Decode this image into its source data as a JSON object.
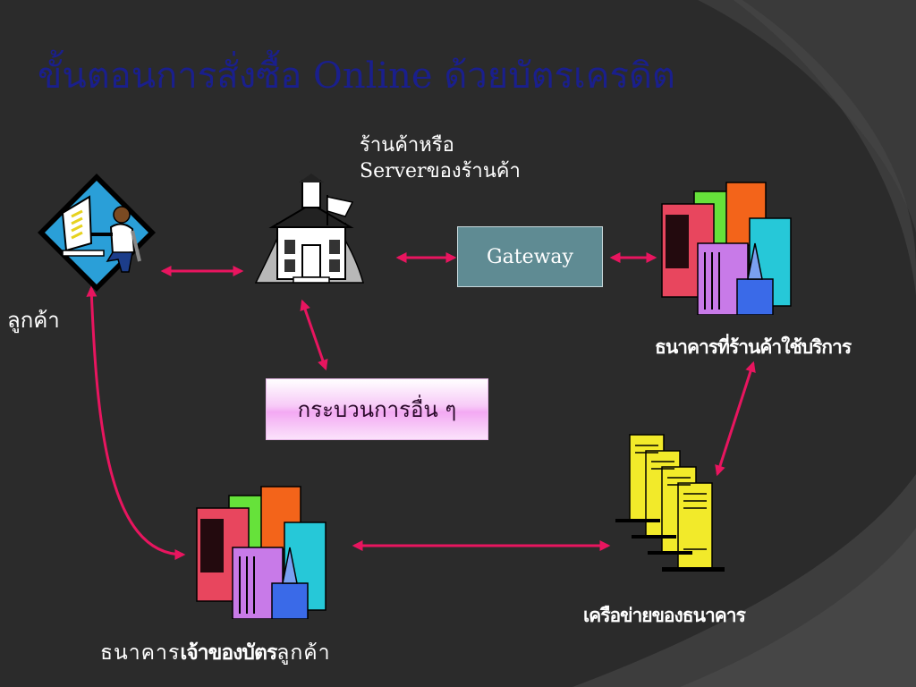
{
  "title": "ขั้นตอนการสั่งซื้อ Online ด้วยบัตรเครดิต",
  "nodes": {
    "customer": {
      "label": "ลูกค้า"
    },
    "shop": {
      "label_line1": "ร้านค้าหรือ",
      "label_line2": "Serverของร้านค้า"
    },
    "gateway": {
      "label": "Gateway"
    },
    "other_process": {
      "label": "กระบวนการอื่น ๆ"
    },
    "merchant_bank": {
      "label": "ธนาคารที่ร้านค้าใช้บริการ"
    },
    "bank_network": {
      "label": "เครือข่ายของธนาคาร"
    },
    "issuer_bank": {
      "label_part1": "ธนาคาร",
      "label_bold": "เจ้าของบัตร",
      "label_part2": "ลูกค้า"
    }
  },
  "colors": {
    "background": "#2b2b2b",
    "title": "#1a1f8c",
    "arrow": "#e8155f",
    "gateway_fill": "#5f8b93",
    "process_fill": "#f7c9f7"
  },
  "icons": {
    "customer": "computer-user-icon",
    "shop": "school-building-icon",
    "merchant_bank": "city-buildings-icon",
    "bank_network": "server-towers-icon",
    "issuer_bank": "city-buildings-icon"
  }
}
